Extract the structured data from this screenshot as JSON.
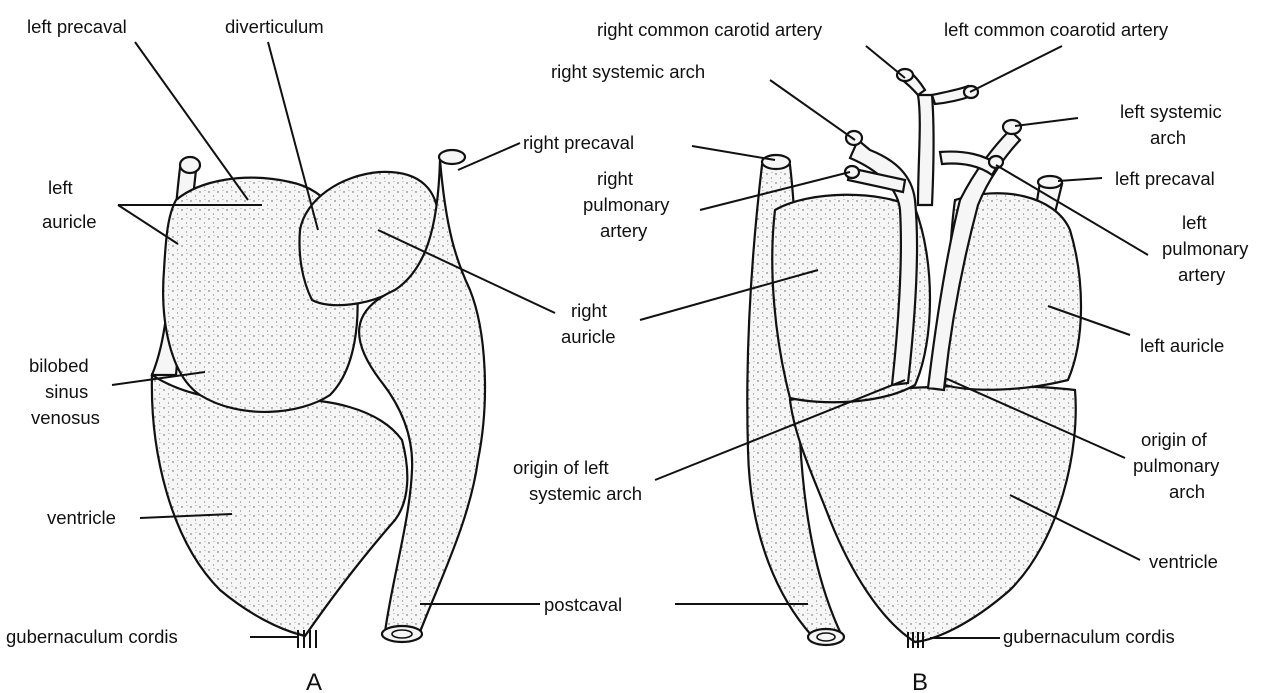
{
  "figure": {
    "panels": {
      "a": "A",
      "b": "B"
    },
    "labels_a": {
      "left_precaval": "left precaval",
      "diverticulum": "diverticulum",
      "left_auricle_1": "left",
      "left_auricle_2": "auricle",
      "right_precaval": "right precaval",
      "right_auricle_1": "right",
      "right_auricle_2": "auricle",
      "bilobed_1": "bilobed",
      "bilobed_2": "sinus",
      "bilobed_3": "venosus",
      "ventricle": "ventricle",
      "gubernaculum": "gubernaculum cordis",
      "postcaval": "postcaval"
    },
    "labels_b": {
      "right_common_carotid": "right common carotid artery",
      "left_common_carotid": "left common coarotid artery",
      "right_systemic_arch": "right systemic arch",
      "left_systemic_1": "left systemic",
      "left_systemic_2": "arch",
      "right_pulmonary_1": "right",
      "right_pulmonary_2": "pulmonary",
      "right_pulmonary_3": "artery",
      "left_precaval": "left precaval",
      "left_pulmonary_1": "left",
      "left_pulmonary_2": "pulmonary",
      "left_pulmonary_3": "artery",
      "left_auricle": "left auricle",
      "origin_left_1": "origin of left",
      "origin_left_2": "systemic arch",
      "origin_pulm_1": "origin of",
      "origin_pulm_2": "pulmonary",
      "origin_pulm_3": "arch",
      "ventricle": "ventricle",
      "gubernaculum": "gubernaculum cordis"
    }
  }
}
